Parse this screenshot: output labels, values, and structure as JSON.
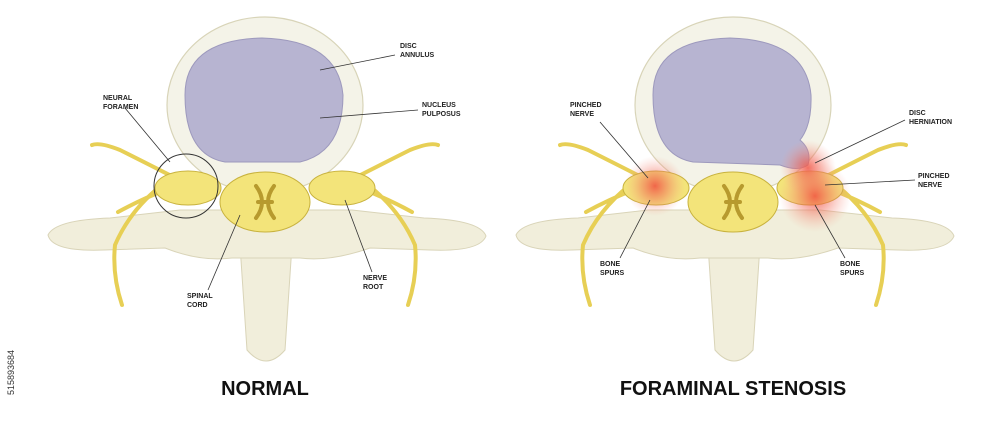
{
  "stock_id": "515893684",
  "colors": {
    "bone": "#f1eedb",
    "bone_outline": "#d9d4b8",
    "disc_annulus": "#f4f3e8",
    "nucleus": "#b7b4d1",
    "nerve": "#f3e47a",
    "nerve_outline": "#c8b23e",
    "inflammation": "#f05040"
  },
  "panels": [
    {
      "title": "NORMAL",
      "labels": {
        "disc_annulus": [
          "DISC",
          "ANNULUS"
        ],
        "nucleus": [
          "NUCLEUS",
          "PULPOSUS"
        ],
        "foramen": [
          "NEURAL",
          "FORAMEN"
        ],
        "spinal_cord": [
          "SPINAL",
          "CORD"
        ],
        "nerve_root": [
          "NERVE",
          "ROOT"
        ]
      }
    },
    {
      "title": "FORAMINAL STENOSIS",
      "labels": {
        "pinched_left": [
          "PINCHED",
          "NERVE"
        ],
        "herniation": [
          "DISC",
          "HERNIATION"
        ],
        "pinched_right": [
          "PINCHED",
          "NERVE"
        ],
        "spurs_left": [
          "BONE",
          "SPURS"
        ],
        "spurs_right": [
          "BONE",
          "SPURS"
        ]
      }
    }
  ]
}
